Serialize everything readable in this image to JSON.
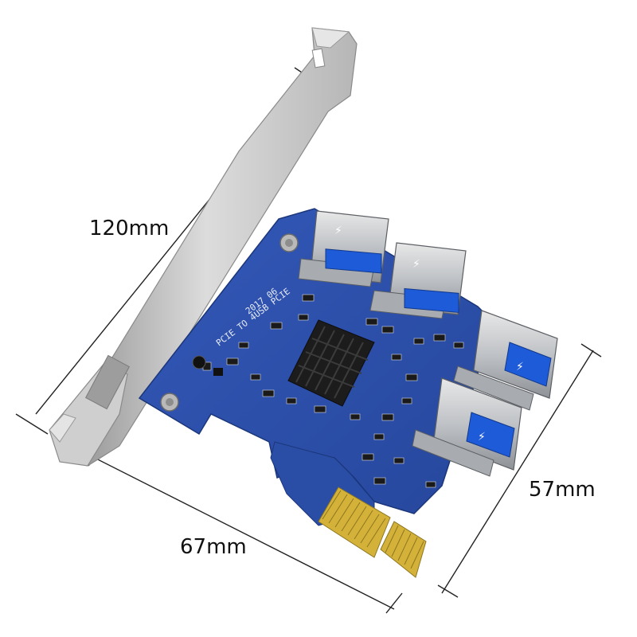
{
  "dimensions": {
    "height_label": "120mm",
    "length_label": "67mm",
    "width_label": "57mm"
  },
  "board": {
    "silkscreen_line1": "PCIE TO 4USB PCIE",
    "silkscreen_line2": "2017 06"
  },
  "colors": {
    "pcb": "#2b4fa8",
    "pcb_dark": "#1f3c86",
    "bracket": "#c9c9c9",
    "gold_fingers": "#c8a630",
    "usb_blue": "#1e5bd8",
    "heatsink": "#1c1c1c"
  },
  "icons": {
    "usb_symbol": "usb-symbol-icon"
  }
}
